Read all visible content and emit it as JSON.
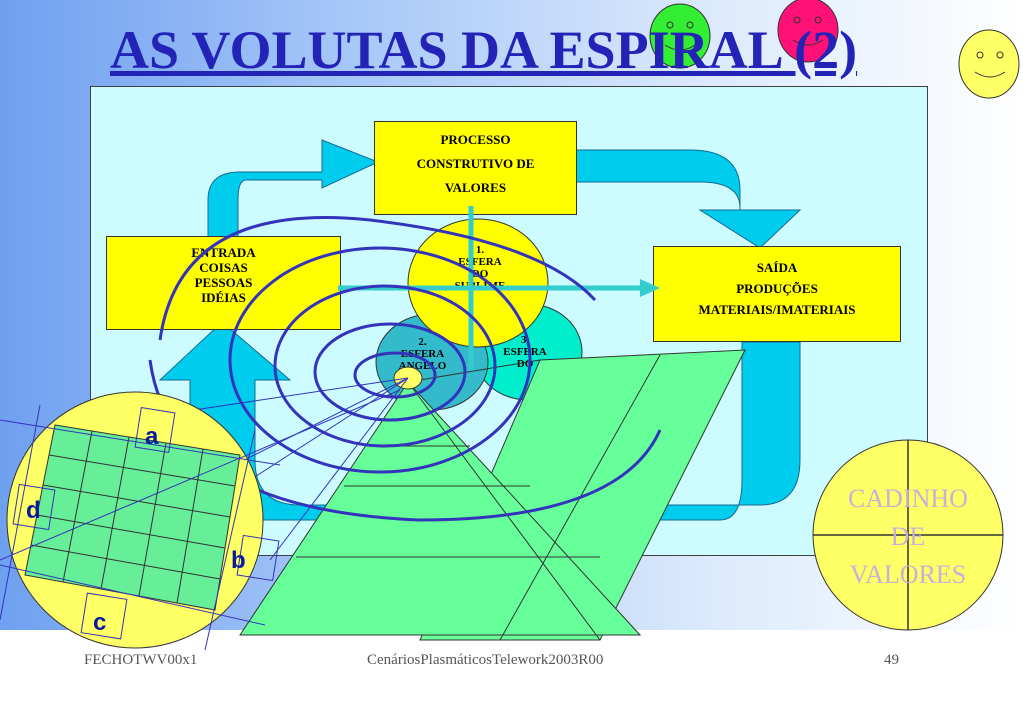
{
  "slide": {
    "title": "AS VOLUTAS DA ESPIRAL (2)",
    "boxes": {
      "processo": [
        "PROCESSO",
        "CONSTRUTIVO DE",
        "VALORES"
      ],
      "entrada": [
        "ENTRADA",
        "COISAS",
        "PESSOAS",
        "IDÉIAS"
      ],
      "saida": [
        "SAÍDA",
        "PRODUÇÕES",
        "MATERIAIS/IMATERIAIS"
      ]
    },
    "esferas": {
      "e1": [
        "1.",
        "ESFERA",
        "DO",
        "SUBLIME"
      ],
      "e2": [
        "2.",
        "ESFERA",
        "ANGELO"
      ],
      "e3": [
        "3.",
        "ESFERA",
        "DO"
      ]
    },
    "letters": {
      "a": "a",
      "b": "b",
      "c": "c",
      "d": "d"
    },
    "cadinho": [
      "CADINHO",
      "DE",
      "VALORES"
    ],
    "footer": {
      "left": "FECHOTWV00x1",
      "center": "CenáriosPlasmáticosTelework2003R00",
      "right": "49"
    }
  },
  "colors": {
    "title": "#2323b8",
    "panel": "#ccfcff",
    "box": "#ffff00",
    "arrow": "#00ccee",
    "spiral": "#3333bb",
    "pyramid": "#66ff99",
    "smiley_green": "#33ee33",
    "smiley_red": "#ff1177",
    "smiley_yellow": "#ffff66"
  },
  "icons": [
    "smiley-green-icon",
    "smiley-red-icon",
    "smiley-yellow-icon"
  ]
}
